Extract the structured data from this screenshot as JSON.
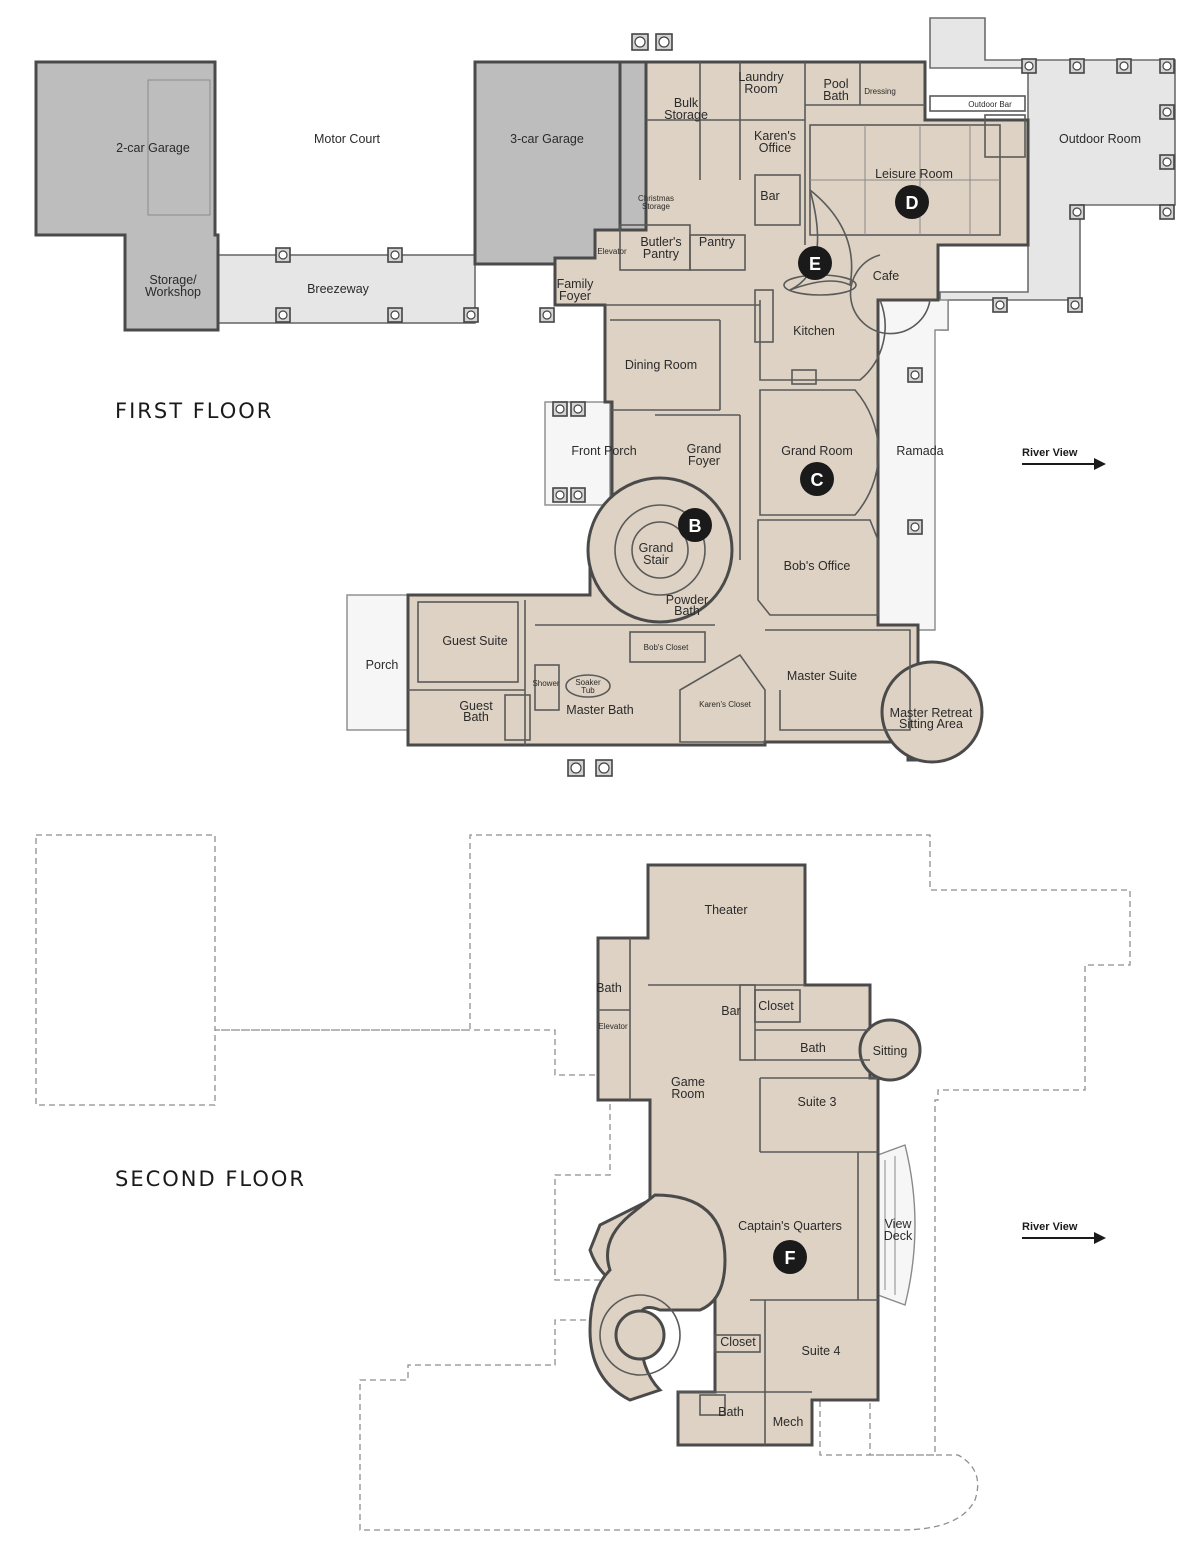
{
  "floors": {
    "first": "FIRST FLOOR",
    "second": "SECOND FLOOR"
  },
  "view": {
    "first": "River View",
    "second": "River View"
  },
  "badges": {
    "b": "B",
    "c": "C",
    "d": "D",
    "e": "E",
    "f": "F"
  },
  "rooms_first": {
    "garage2": "2-car Garage",
    "storage_line1": "Storage/",
    "storage_line2": "Workshop",
    "motor_court": "Motor Court",
    "breezeway": "Breezeway",
    "garage3": "3-car Garage",
    "christmas_line1": "Christmas",
    "christmas_line2": "Storage",
    "bulk_line1": "Bulk",
    "bulk_line2": "Storage",
    "laundry_line1": "Laundry",
    "laundry_line2": "Room",
    "pool_line1": "Pool",
    "pool_line2": "Bath",
    "dressing": "Dressing",
    "outdoor_bar": "Outdoor Bar",
    "outdoor_room": "Outdoor Room",
    "karen_office_line1": "Karen's",
    "karen_office_line2": "Office",
    "bar": "Bar",
    "leisure": "Leisure Room",
    "elevator": "Elevator",
    "butlers_line1": "Butler's",
    "butlers_line2": "Pantry",
    "pantry": "Pantry",
    "family_line1": "Family",
    "family_line2": "Foyer",
    "cafe": "Cafe",
    "kitchen": "Kitchen",
    "dining": "Dining Room",
    "front_porch": "Front Porch",
    "grand_foyer_line1": "Grand",
    "grand_foyer_line2": "Foyer",
    "grand_room": "Grand Room",
    "ramada": "Ramada",
    "grand_stair_line1": "Grand",
    "grand_stair_line2": "Stair",
    "bobs_office": "Bob's Office",
    "powder_line1": "Powder",
    "powder_line2": "Bath",
    "guest_suite": "Guest Suite",
    "porch": "Porch",
    "bobs_closet": "Bob's Closet",
    "shower": "Shower",
    "soaker_line1": "Soaker",
    "soaker_line2": "Tub",
    "guest_bath_line1": "Guest",
    "guest_bath_line2": "Bath",
    "master_bath": "Master Bath",
    "karens_closet": "Karen's Closet",
    "master_suite": "Master Suite",
    "retreat_line1": "Master Retreat",
    "retreat_line2": "Sitting Area"
  },
  "rooms_second": {
    "theater": "Theater",
    "bath1": "Bath",
    "elevator": "Elevator",
    "bar": "Bar",
    "closet1": "Closet",
    "bath2": "Bath",
    "sitting": "Sitting",
    "game_line1": "Game",
    "game_line2": "Room",
    "suite3": "Suite 3",
    "captains": "Captain's Quarters",
    "view_line1": "View",
    "view_line2": "Deck",
    "closet2": "Closet",
    "suite4": "Suite 4",
    "bath3": "Bath",
    "mech": "Mech"
  }
}
